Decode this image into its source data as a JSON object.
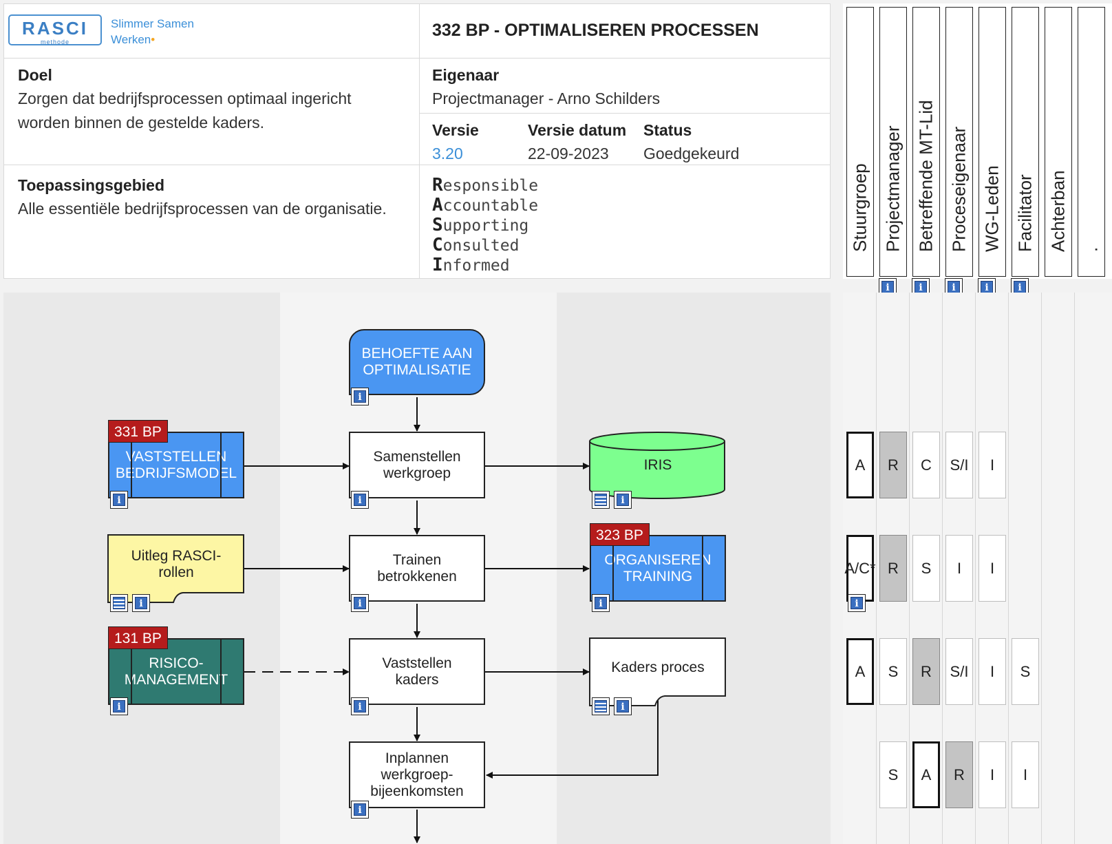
{
  "logo": {
    "word": "RASCI",
    "sub": "methode",
    "tagline1": "Slimmer Samen",
    "tagline2": "Werken"
  },
  "process": {
    "title": "332 BP - OPTIMALISEREN PROCESSEN"
  },
  "doel": {
    "label": "Doel",
    "text1": "Zorgen dat bedrijfsprocessen optimaal ingericht",
    "text2": "worden binnen de gestelde kaders."
  },
  "eigenaar": {
    "label": "Eigenaar",
    "value": "Projectmanager - Arno Schilders"
  },
  "versie": {
    "label": "Versie",
    "value": "3.20",
    "value_color": "#3b8fd8"
  },
  "versie_datum": {
    "label": "Versie datum",
    "value": "22-09-2023"
  },
  "status": {
    "label": "Status",
    "value": "Goedgekeurd"
  },
  "toepassing": {
    "label": "Toepassingsgebied",
    "text": "Alle essentiële bedrijfsprocessen van de organisatie."
  },
  "rasci_legend": [
    {
      "letter": "R",
      "rest": "esponsible"
    },
    {
      "letter": "A",
      "rest": "ccountable"
    },
    {
      "letter": "S",
      "rest": "upporting"
    },
    {
      "letter": "C",
      "rest": "onsulted"
    },
    {
      "letter": "I",
      "rest": "nformed"
    }
  ],
  "roles": [
    "Stuurgroep",
    "Projectmanager",
    "Betreffende MT-Lid",
    "Proceseigenaar",
    "WG-Leden",
    "Facilitator",
    "Achterban",
    "."
  ],
  "diagram": {
    "start": "BEHOEFTE AAN OPTIMALISATIE",
    "steps": [
      "Samenstellen werkgroep",
      "Trainen betrokkenen",
      "Vaststellen kaders",
      "Inplannen werkgroep-bijeenkomsten"
    ],
    "inputs": [
      {
        "tag": "331 BP",
        "label": "VASTSTELLEN BEDRIJFSMODEL"
      },
      {
        "label": "Uitleg RASCI-rollen"
      },
      {
        "tag": "131 BP",
        "label": "RISICO-MANAGEMENT"
      }
    ],
    "outputs": [
      {
        "label": "IRIS"
      },
      {
        "tag": "323 BP",
        "label": "ORGANISEREN TRAINING"
      },
      {
        "label": "Kaders proces"
      }
    ]
  },
  "matrix": [
    [
      "A",
      "R",
      "C",
      "S/I",
      "I",
      "",
      "",
      ""
    ],
    [
      "A/C*",
      "R",
      "S",
      "I",
      "I",
      "",
      "",
      ""
    ],
    [
      "A",
      "S",
      "R",
      "S/I",
      "I",
      "S",
      "",
      ""
    ],
    [
      "",
      "S",
      "A",
      "R",
      "I",
      "I",
      "",
      ""
    ]
  ],
  "colors": {
    "blue": "#4a96f2",
    "teal": "#2f7a71",
    "yellow": "#fdf6a4",
    "green": "#7dff8f",
    "tag_red": "#b51c1c"
  }
}
